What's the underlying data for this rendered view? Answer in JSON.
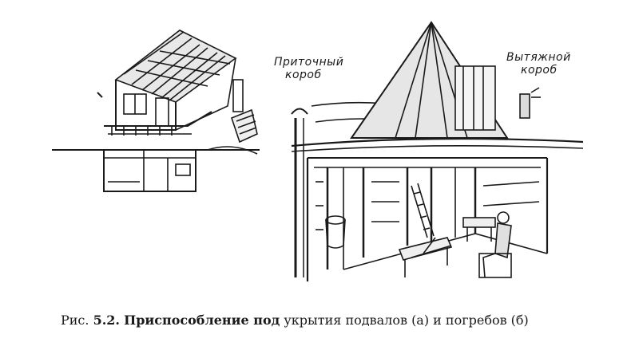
{
  "labels": {
    "supply_line1": "Приточный",
    "supply_line2": "короб",
    "exhaust_line1": "Вытяжной",
    "exhaust_line2": "короб"
  },
  "caption": {
    "prefix": "Рис.",
    "number": "5.2.",
    "bold_title": "Приспособление под",
    "rest": "укрытия подвалов (а) и погребов (б)"
  }
}
